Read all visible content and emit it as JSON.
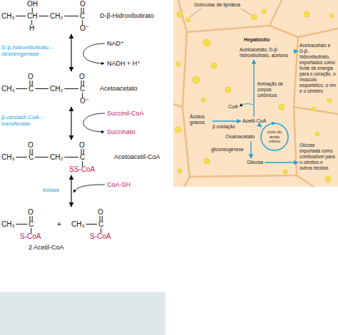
{
  "diagram": {
    "nodes": [
      {
        "text": [
          "D-β-Hidroxibutirato"
        ]
      },
      {
        "text": [
          "Acetoacetato"
        ]
      },
      {
        "text": [
          "Acetoacetil-CoA"
        ]
      },
      {
        "text": [
          "2 Acetil-CoA"
        ]
      },
      {
        "text": [
          "Hepatócito"
        ]
      },
      {
        "text": [
          "Acetoacetato, D-β-hidroxibutirato, acetona"
        ],
        "in": 4
      },
      {
        "text": [
          "Acetil-CoA"
        ],
        "in": 4
      },
      {
        "text": [
          "Ácidos graxos"
        ],
        "in": 4
      },
      {
        "text": [
          "Oxaloacetato"
        ],
        "in": 4
      },
      {
        "text": [
          "ciclo do ácido cítrico"
        ],
        "in": 4
      },
      {
        "text": [
          "Glicose"
        ],
        "in": 4
      },
      {
        "text": [
          "Acetoacetato e D-β-hidroxibutirato, exportados como fonte de energia para o coração, o músculo esquelético, o rim e o cérebro"
        ]
      },
      {
        "text": [
          "Glicose exportada como combustível para o cérebro e outros tecidos"
        ]
      }
    ],
    "edges": [
      {
        "from": 0,
        "to": 1,
        "arrow": "both"
      },
      {
        "from": 1,
        "to": 2,
        "arrow": "both"
      },
      {
        "from": 2,
        "to": 3,
        "arrow": "both"
      },
      {
        "from": 7,
        "to": 6,
        "arrow": "to"
      },
      {
        "from": 6,
        "to": 5,
        "arrow": "to"
      },
      {
        "from": 5,
        "to": 11,
        "arrow": "to"
      },
      {
        "from": 6,
        "to": 9,
        "arrow": "to"
      },
      {
        "from": 8,
        "to": 10,
        "arrow": "to"
      },
      {
        "from": 10,
        "to": 12,
        "arrow": "to"
      }
    ],
    "labels": [
      "OH",
      "CH₃",
      "CH",
      "CH₂",
      "C",
      "H",
      "O",
      "O⁻",
      "O",
      "CH₃",
      "C",
      "CH₂",
      "C",
      "O",
      "O⁻",
      "O",
      "CH₃",
      "C",
      "CH₂",
      "C",
      "O",
      "SS-CoA",
      "O",
      "CH₃",
      "C",
      "S-CoA",
      "+",
      "O",
      "CH₃",
      "C",
      "S-CoA",
      "D-β-hidroxibutirato- -desidrogenase",
      "NAD⁺",
      "NADH + H⁺",
      "β-cetoacil-CoA- -transferase",
      "Succinil-CoA",
      "Succinato",
      "tiolase",
      "CoA-SH",
      "Gotículas de lipídeos",
      "CoA",
      "formação de corpos cetônicos",
      "β oxidação",
      "gliconeogênese"
    ]
  }
}
